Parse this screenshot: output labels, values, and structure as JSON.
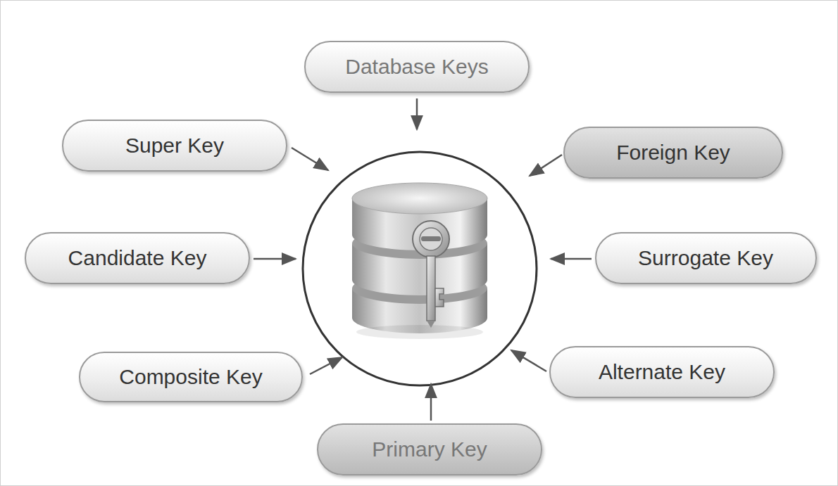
{
  "diagram": {
    "nodes": [
      {
        "text": [
          "Database Keys"
        ]
      },
      {
        "text": [
          "Super Key"
        ]
      },
      {
        "text": [
          "Foreign Key"
        ]
      },
      {
        "text": [
          "Candidate Key"
        ]
      },
      {
        "text": [
          "Surrogate Key"
        ]
      },
      {
        "text": [
          "Composite Key"
        ]
      },
      {
        "text": [
          "Alternate Key"
        ]
      },
      {
        "text": [
          "Primary Key"
        ]
      }
    ]
  }
}
